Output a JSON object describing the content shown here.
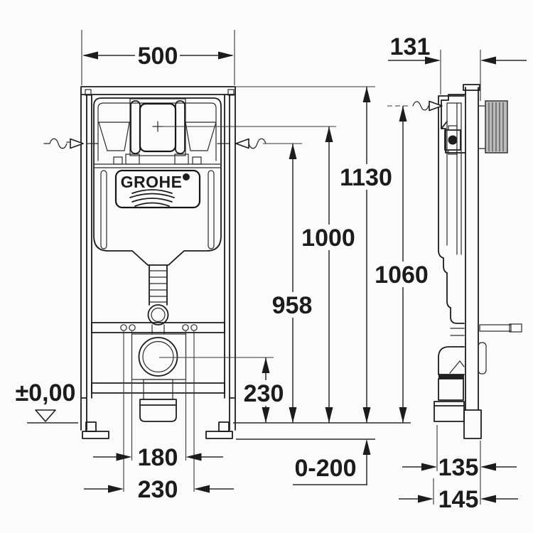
{
  "logo": {
    "text": "GROHE"
  },
  "front_view": {
    "width": "500",
    "frame_height": "1130",
    "actuator_center_height": "1000",
    "inlet_height": "958",
    "outlet_center_height": "230",
    "fixing_span_inner": "180",
    "fixing_span_outer": "230",
    "datum_label": "±0,00",
    "floor_adjust_range": "0-200"
  },
  "side_view": {
    "depth": "131",
    "anchor_height": "1060",
    "outlet_span_inner": "135",
    "outlet_span_outer": "145"
  },
  "icons": {
    "water_inlet_left": "wavy-arrow-icon",
    "water_inlet_right": "wavy-arrow-icon",
    "wall_anchor": "wavy-arrow-icon",
    "datum_symbol": "datum-triangle-icon"
  },
  "colors": {
    "line": "#1c1c1c",
    "background": "#fbfbfa",
    "wall_anchor_fill": "#bcbcbc"
  }
}
